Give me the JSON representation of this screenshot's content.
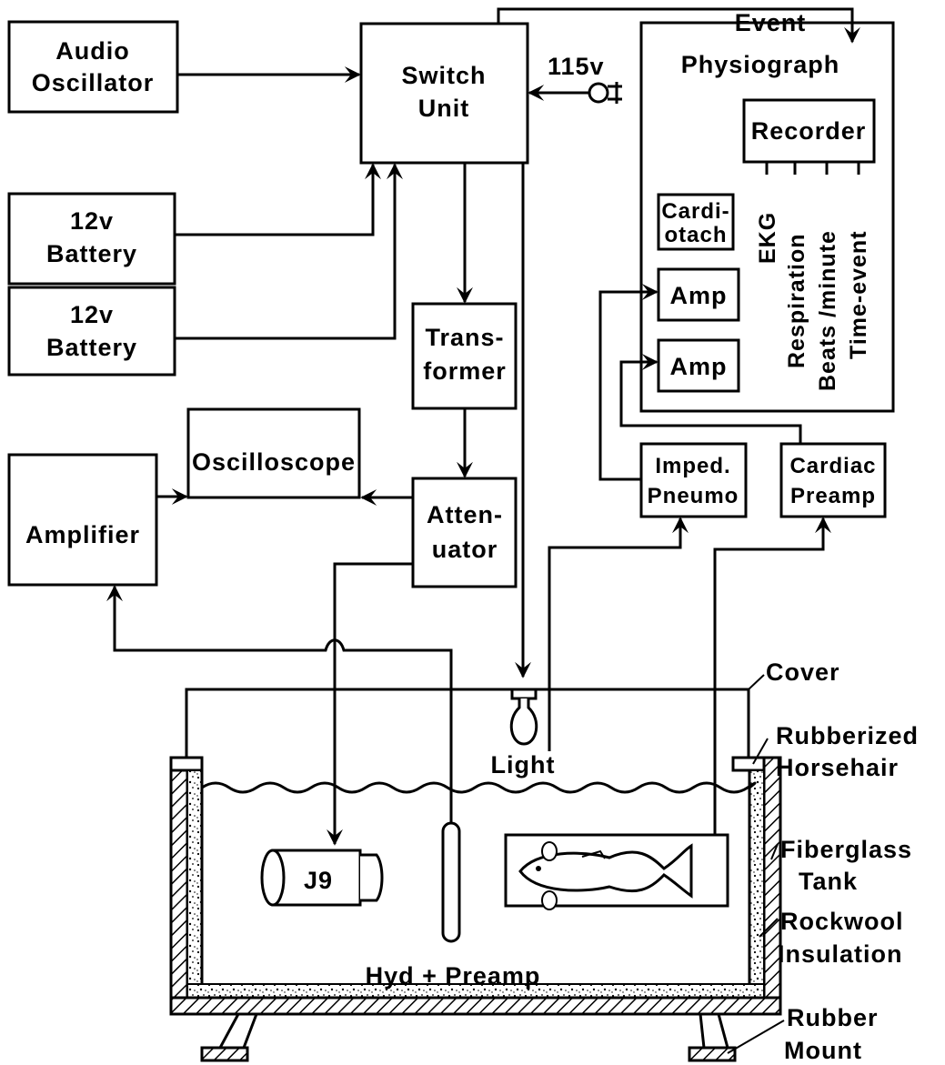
{
  "components": {
    "audio_oscillator": [
      "Audio",
      "Oscillator"
    ],
    "switch_unit": [
      "Switch",
      "Unit"
    ],
    "voltage": "115v",
    "event": "Event",
    "physiograph": "Physiograph",
    "recorder": "Recorder",
    "cardiotach": [
      "Cardi-",
      "otach"
    ],
    "channels": [
      "EKG",
      "Respiration",
      "Beats /minute",
      "Time-event"
    ],
    "amp": "Amp",
    "battery1": [
      "12v",
      "Battery"
    ],
    "battery2": [
      "12v",
      "Battery"
    ],
    "transformer": [
      "Trans-",
      "former"
    ],
    "oscilloscope": "Oscilloscope",
    "amplifier": "Amplifier",
    "attenuator": [
      "Atten-",
      "uator"
    ],
    "imped_pneumo": [
      "Imped.",
      "Pneumo"
    ],
    "cardiac_preamp": [
      "Cardiac",
      "Preamp"
    ]
  },
  "tank": {
    "cover": "Cover",
    "light": "Light",
    "rubberized_horsehair": [
      "Rubberized",
      "Horsehair"
    ],
    "fiberglass_tank": [
      "Fiberglass",
      "Tank"
    ],
    "rockwool_insulation": [
      "Rockwool",
      "Insulation"
    ],
    "rubber_mount": [
      "Rubber",
      "Mount"
    ],
    "j9": "J9",
    "hyd_preamp": "Hyd + Preamp"
  }
}
